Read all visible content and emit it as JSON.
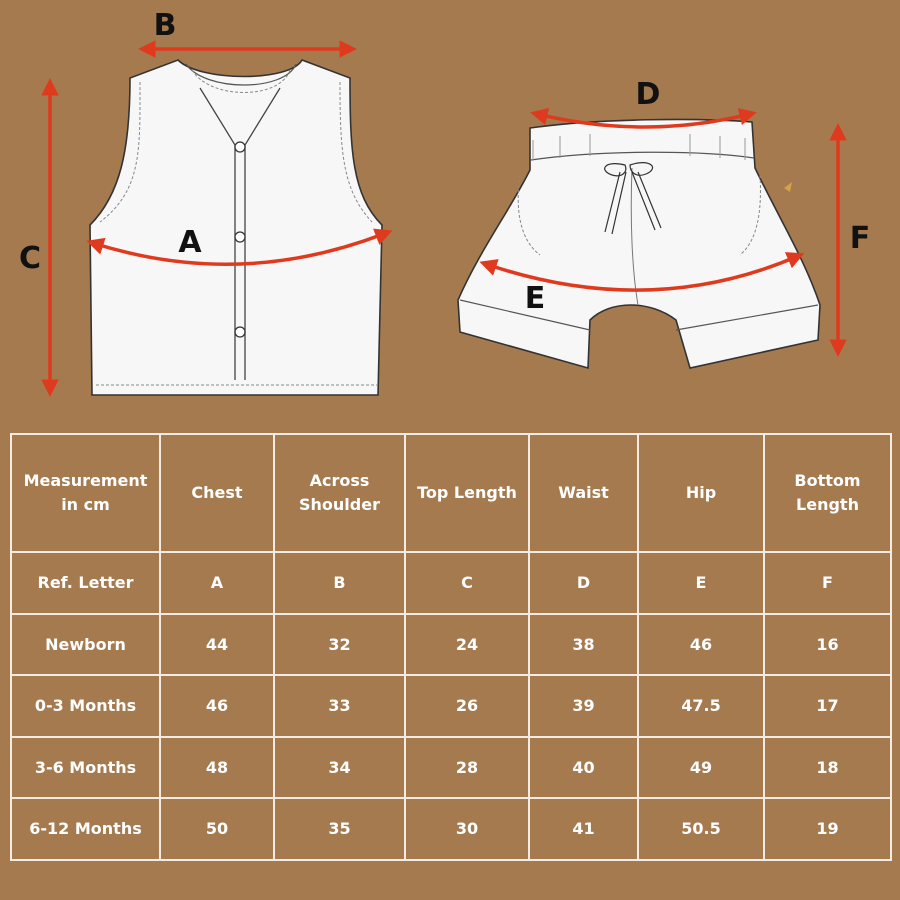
{
  "labels": {
    "a": "A",
    "b": "B",
    "c": "C",
    "d": "D",
    "e": "E",
    "f": "F"
  },
  "colors": {
    "background": "#a67a4f",
    "arrow": "#e03a1e",
    "garment": "#f7f7f7",
    "table_border": "#f4ece2",
    "text": "#ffffff"
  },
  "icons": {
    "vest": "vest-illustration",
    "shorts": "shorts-illustration",
    "brand": "bird-logo-icon"
  },
  "table": {
    "header": [
      {
        "line1": "Measurement",
        "line2": "in cm"
      },
      {
        "line1": "Chest",
        "line2": ""
      },
      {
        "line1": "Across",
        "line2": "Shoulder"
      },
      {
        "line1": "Top Length",
        "line2": ""
      },
      {
        "line1": "Waist",
        "line2": ""
      },
      {
        "line1": "Hip",
        "line2": ""
      },
      {
        "line1": "Bottom",
        "line2": "Length"
      }
    ],
    "rows": [
      [
        "Ref. Letter",
        "A",
        "B",
        "C",
        "D",
        "E",
        "F"
      ],
      [
        "Newborn",
        "44",
        "32",
        "24",
        "38",
        "46",
        "16"
      ],
      [
        "0-3 Months",
        "46",
        "33",
        "26",
        "39",
        "47.5",
        "17"
      ],
      [
        "3-6 Months",
        "48",
        "34",
        "28",
        "40",
        "49",
        "18"
      ],
      [
        "6-12 Months",
        "50",
        "35",
        "30",
        "41",
        "50.5",
        "19"
      ]
    ]
  }
}
